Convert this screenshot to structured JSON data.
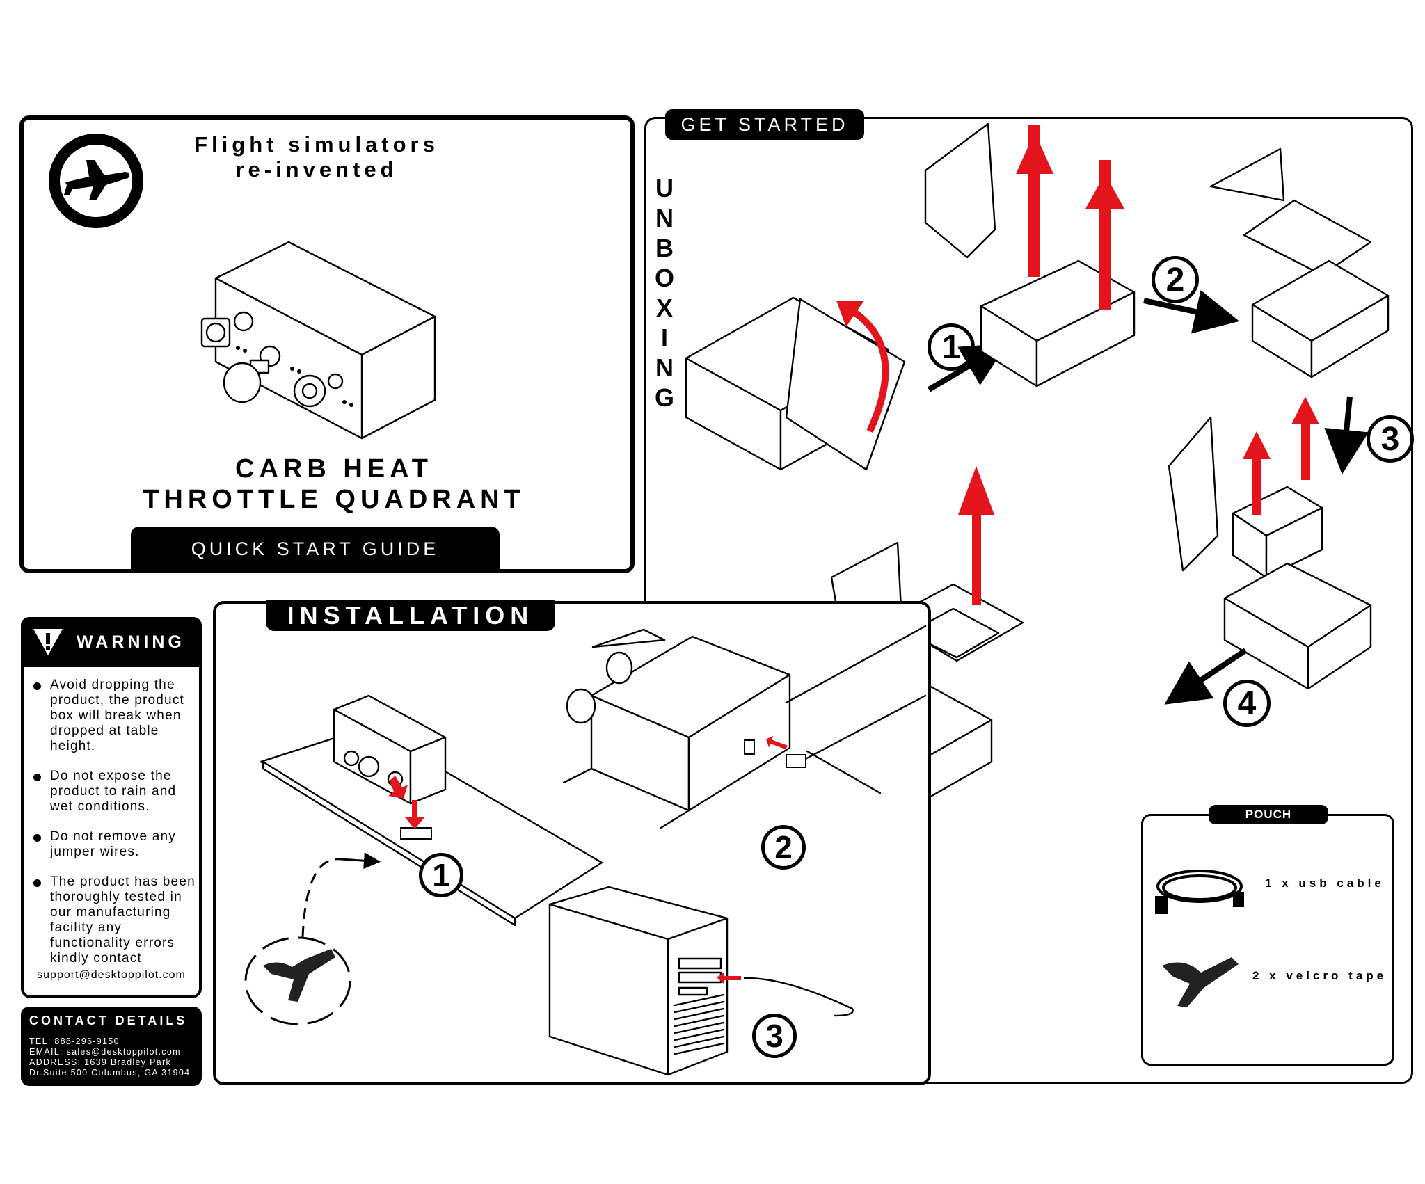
{
  "header": {
    "tagline_line1": "Flight simulators",
    "tagline_line2": "re-invented",
    "product_title_line1": "CARB HEAT",
    "product_title_line2": "THROTTLE QUADRANT",
    "guide_label": "QUICK START GUIDE"
  },
  "get_started": {
    "tab_label": "GET STARTED",
    "unboxing_letters": [
      "U",
      "N",
      "B",
      "O",
      "X",
      "I",
      "N",
      "G"
    ],
    "steps": [
      "1",
      "2",
      "3",
      "4"
    ]
  },
  "installation": {
    "tab_label": "INSTALLATION",
    "steps": [
      "1",
      "2",
      "3"
    ]
  },
  "warning": {
    "title": "WARNING",
    "items": [
      "Avoid dropping the product, the product box will break when dropped at table height.",
      "Do not expose the product to rain and wet conditions.",
      "Do not remove any jumper wires.",
      "The product has been thoroughly tested in our manufacturing facility any functionality errors kindly contact"
    ],
    "support_email": "support@desktoppilot.com"
  },
  "contact": {
    "title": "CONTACT DETAILS",
    "lines": [
      "TEL: 888-296-9150",
      "EMAIL: sales@desktoppilot.com",
      "ADDRESS: 1639 Bradley Park",
      "Dr.Suite 500 Columbus, GA 31904"
    ]
  },
  "pouch": {
    "tab_label": "POUCH",
    "items": [
      "1 x usb cable",
      "2 x velcro tape"
    ]
  },
  "colors": {
    "ink": "#000000",
    "paper": "#ffffff",
    "arrow_red": "#e3141b"
  },
  "icons": [
    "airplane-logo-icon",
    "warning-triangle-icon",
    "usb-cable-icon",
    "velcro-tape-icon"
  ]
}
